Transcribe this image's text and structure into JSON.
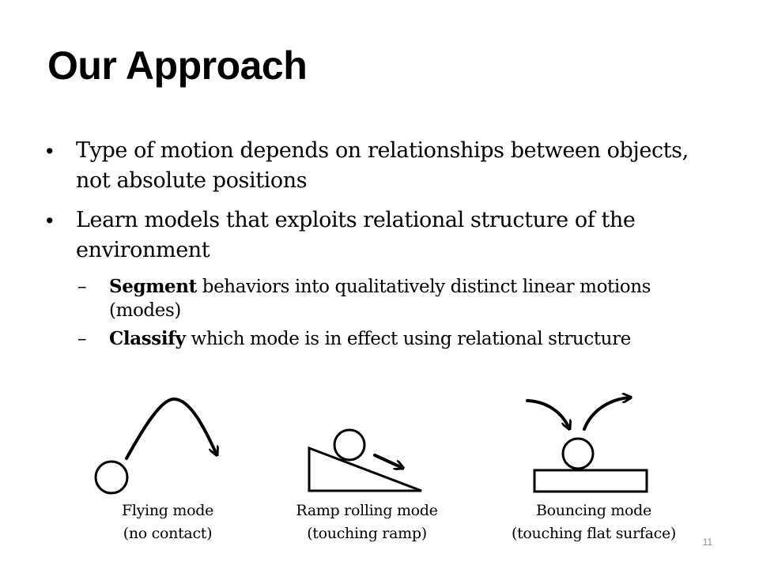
{
  "slide": {
    "title": "Our Approach",
    "page_number": "11"
  },
  "bullets": [
    {
      "text": "Type of motion depends on relationships between objects, not absolute positions"
    },
    {
      "text": "Learn models that exploits relational structure of the environment"
    }
  ],
  "sub_bullets": [
    {
      "bold": "Segment",
      "text": " behaviors into qualitatively distinct linear motions (modes)"
    },
    {
      "bold": "Classify",
      "text": " which mode is in effect using relational structure"
    }
  ],
  "modes": [
    {
      "name": "Flying mode",
      "detail": "(no contact)"
    },
    {
      "name": "Ramp rolling mode",
      "detail": "(touching ramp)"
    },
    {
      "name": "Bouncing mode",
      "detail": "(touching flat surface)"
    }
  ]
}
